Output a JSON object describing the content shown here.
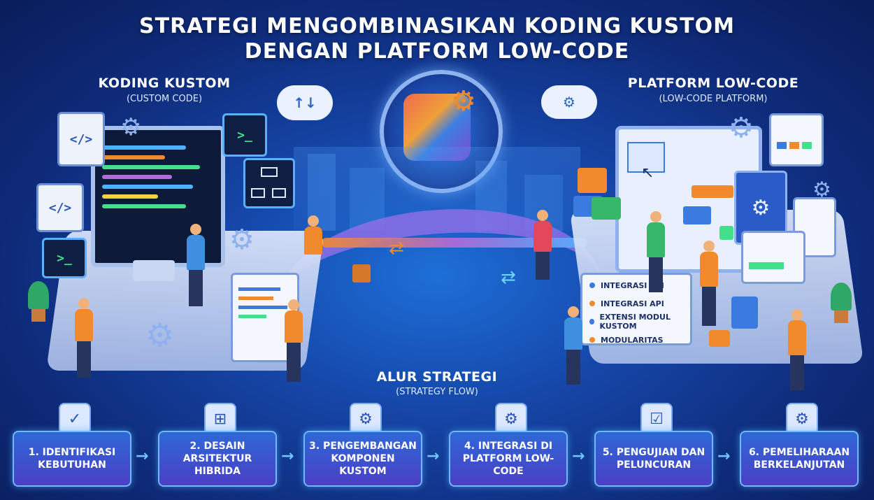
{
  "title": {
    "line1": "STRATEGI MENGOMBINASIKAN KODING KUSTOM",
    "line2": "DENGAN PLATFORM LOW-CODE"
  },
  "left_section": {
    "title": "KODING KUSTOM",
    "subtitle": "(CUSTOM CODE)",
    "code_symbol": "</>",
    "prompt_symbol": ">_",
    "cloud_symbol": "↑↓"
  },
  "right_section": {
    "title": "PLATFORM LOW-CODE",
    "subtitle": "(LOW-CODE PLATFORM)",
    "cloud_symbol": "⚙",
    "list": [
      {
        "label": "INTEGRASI API",
        "color": "#3a7be0"
      },
      {
        "label": "INTEGRASI API",
        "color": "#f08a2c"
      },
      {
        "label": "EXTENSI MODUL KUSTOM",
        "color": "#3a7be0"
      },
      {
        "label": "MODULARITAS",
        "color": "#f08a2c"
      }
    ]
  },
  "strategy": {
    "title": "ALUR STRATEGI",
    "subtitle": "(STRATEGY FLOW)"
  },
  "steps": [
    {
      "label": "1. IDENTIFIKASI KEBUTUHAN",
      "icon": "clipboard-check-icon",
      "glyph": "✓"
    },
    {
      "label": "2. DESAIN ARSITEKTUR HIBRIDA",
      "icon": "flowchart-icon",
      "glyph": "⊞"
    },
    {
      "label": "3. PENGEMBANGAN KOMPONEN KUSTOM",
      "icon": "gear-wrench-icon",
      "glyph": "⚙"
    },
    {
      "label": "4. INTEGRASI DI PLATFORM LOW-CODE",
      "icon": "window-gear-icon",
      "glyph": "⚙"
    },
    {
      "label": "5. PENGUJIAN DAN PELUNCURAN",
      "icon": "checklist-icon",
      "glyph": "☑"
    },
    {
      "label": "6. PEMELIHARAAN BERKELANJUTAN",
      "icon": "gear-wrench-icon",
      "glyph": "⚙"
    }
  ],
  "colors": {
    "background": "#1546a8",
    "accent": "#6fb9ff",
    "orange": "#f08a2c",
    "green": "#42e08a"
  }
}
